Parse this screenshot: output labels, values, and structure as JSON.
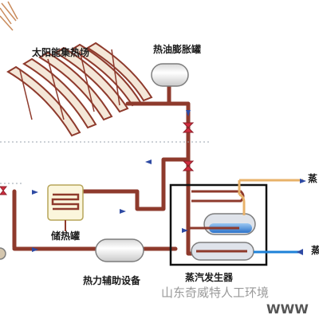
{
  "labels": {
    "solar_field": "太阳能集热场",
    "expansion_tank": "热油膨胀罐",
    "storage_tank": "储热罐",
    "aux_heater": "热力辅助设备",
    "steam_generator": "蒸汽发生器",
    "steam_out": "蒸",
    "water_in": "蒸"
  },
  "watermark": {
    "company": "山东奇威特人工环境",
    "url": "WWW"
  },
  "colors": {
    "oil_pipe": "#8e3a2c",
    "water_pipe": "#1e82d8",
    "steam_pipe": "#e8b26a",
    "tank_fill": "#f6f1e6",
    "valve": "#cf2d3e",
    "generator_box": "#111111",
    "arrow": "#2e4aa3"
  }
}
